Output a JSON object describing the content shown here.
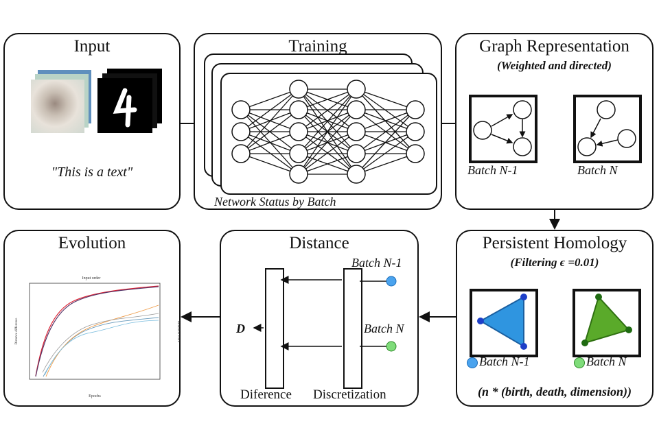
{
  "input": {
    "title": "Input",
    "text_example": "\"This is a text\""
  },
  "training": {
    "title": "Training",
    "caption": "Network Status by Batch"
  },
  "graph": {
    "title": "Graph Representation",
    "subtitle": "(Weighted and directed)",
    "batch_prev": "Batch N-1",
    "batch_curr": "Batch N"
  },
  "homology": {
    "title": "Persistent Homology",
    "subtitle": "(Filtering ϵ =0.01)",
    "batch_prev": "Batch N-1",
    "batch_curr": "Batch N",
    "formula": "(n * (birth, death, dimension))",
    "colors": {
      "blue": "#2f95e0",
      "green": "#5aaa2a"
    }
  },
  "distance": {
    "title": "Distance",
    "batch_prev": "Batch N-1",
    "batch_curr": "Batch N",
    "d_label": "D",
    "diff_label": "Diference",
    "disc_label": "Discretization"
  },
  "evolution": {
    "title": "Evolution",
    "chart_title": "Input order",
    "xlabel": "Epochs",
    "ylabel_left": "Distance difference",
    "ylabel_right": "Validation score"
  }
}
